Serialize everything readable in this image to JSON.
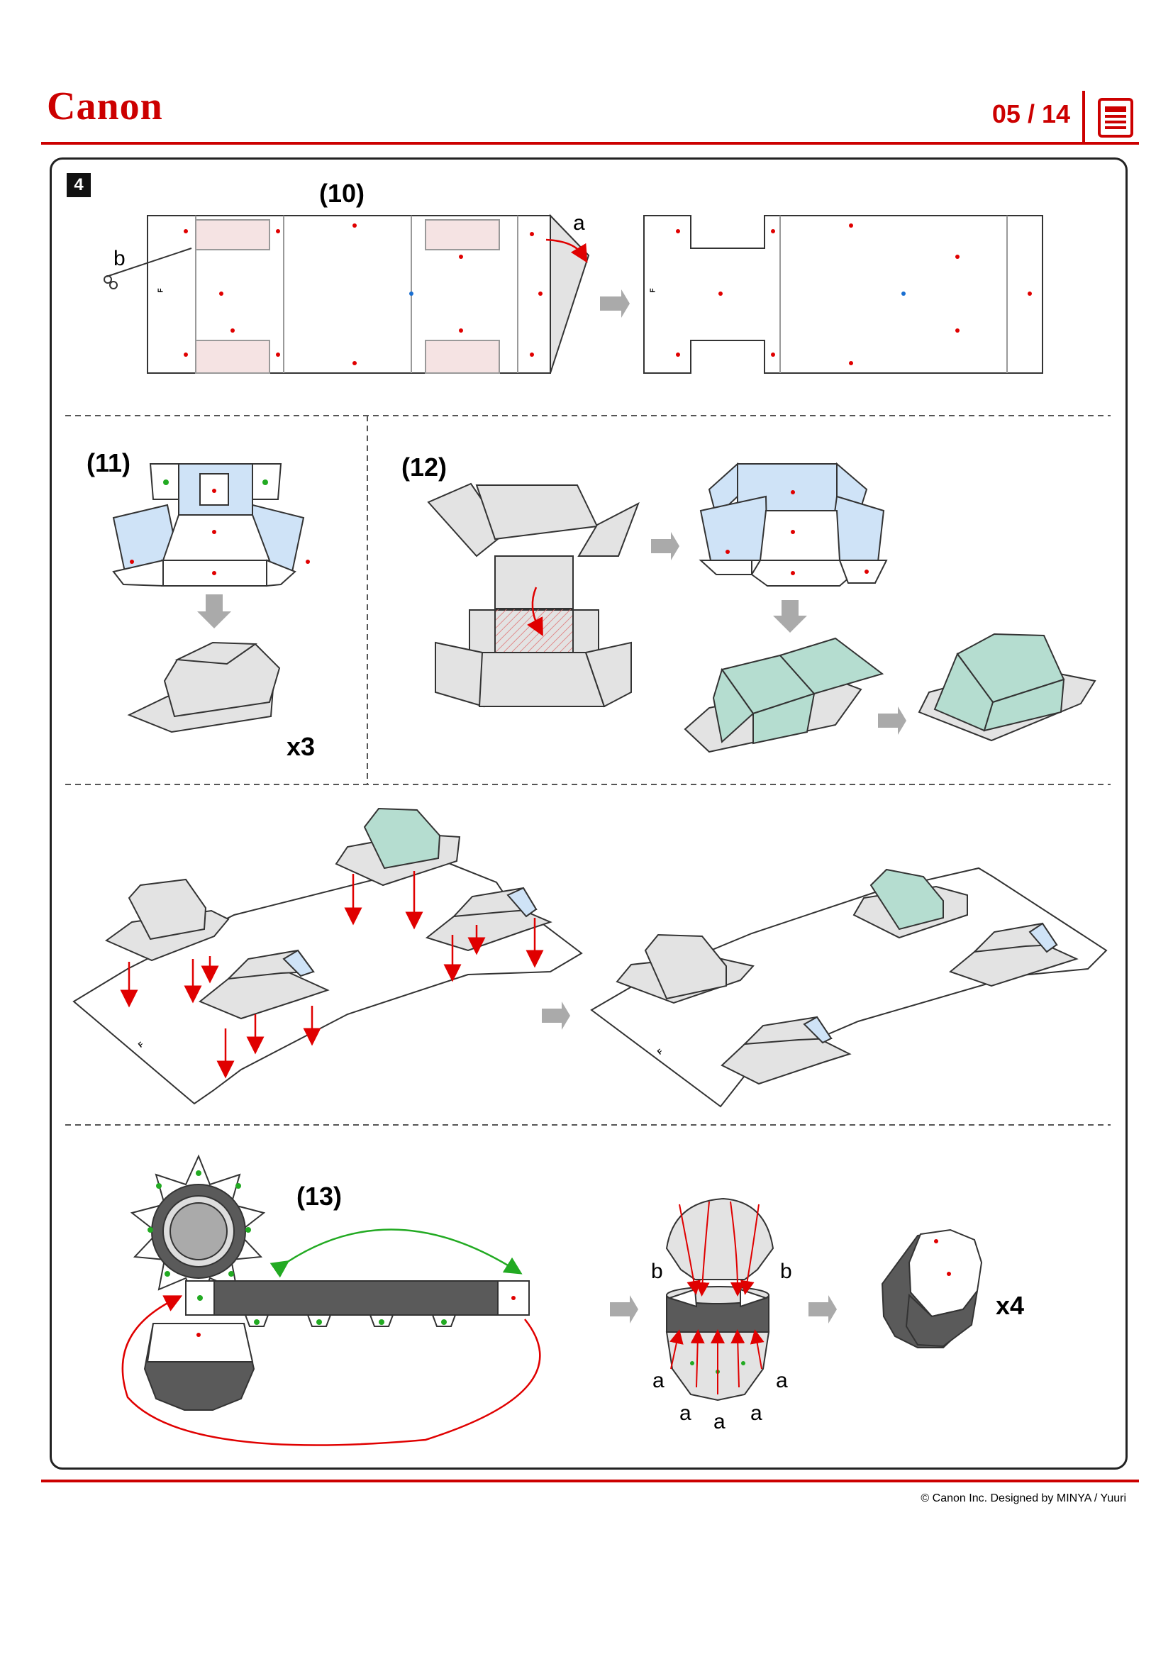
{
  "header": {
    "brand": "Canon",
    "page_indicator": "05 / 14"
  },
  "section": {
    "number": "4",
    "steps": {
      "s10": "(10)",
      "s11": "(11)",
      "s12": "(12)",
      "s13": "(13)"
    },
    "multipliers": {
      "step11": "x3",
      "step13": "x4"
    },
    "fold_letters": {
      "a": "a",
      "b": "b",
      "f": "F"
    }
  },
  "colors": {
    "brand_red": "#cc0000",
    "paper_gray": "#e3e3e3",
    "blue_tint": "#cfe3f7",
    "green_tint": "#b5ddd0",
    "pink_tint": "#f5e3e3",
    "dark_gray": "#5a5a5a",
    "arrow_gray": "#aaaaaa",
    "green_arrow": "#22aa22"
  },
  "footer": {
    "copyright": "© Canon Inc. Designed by MINYA / Yuuri"
  }
}
